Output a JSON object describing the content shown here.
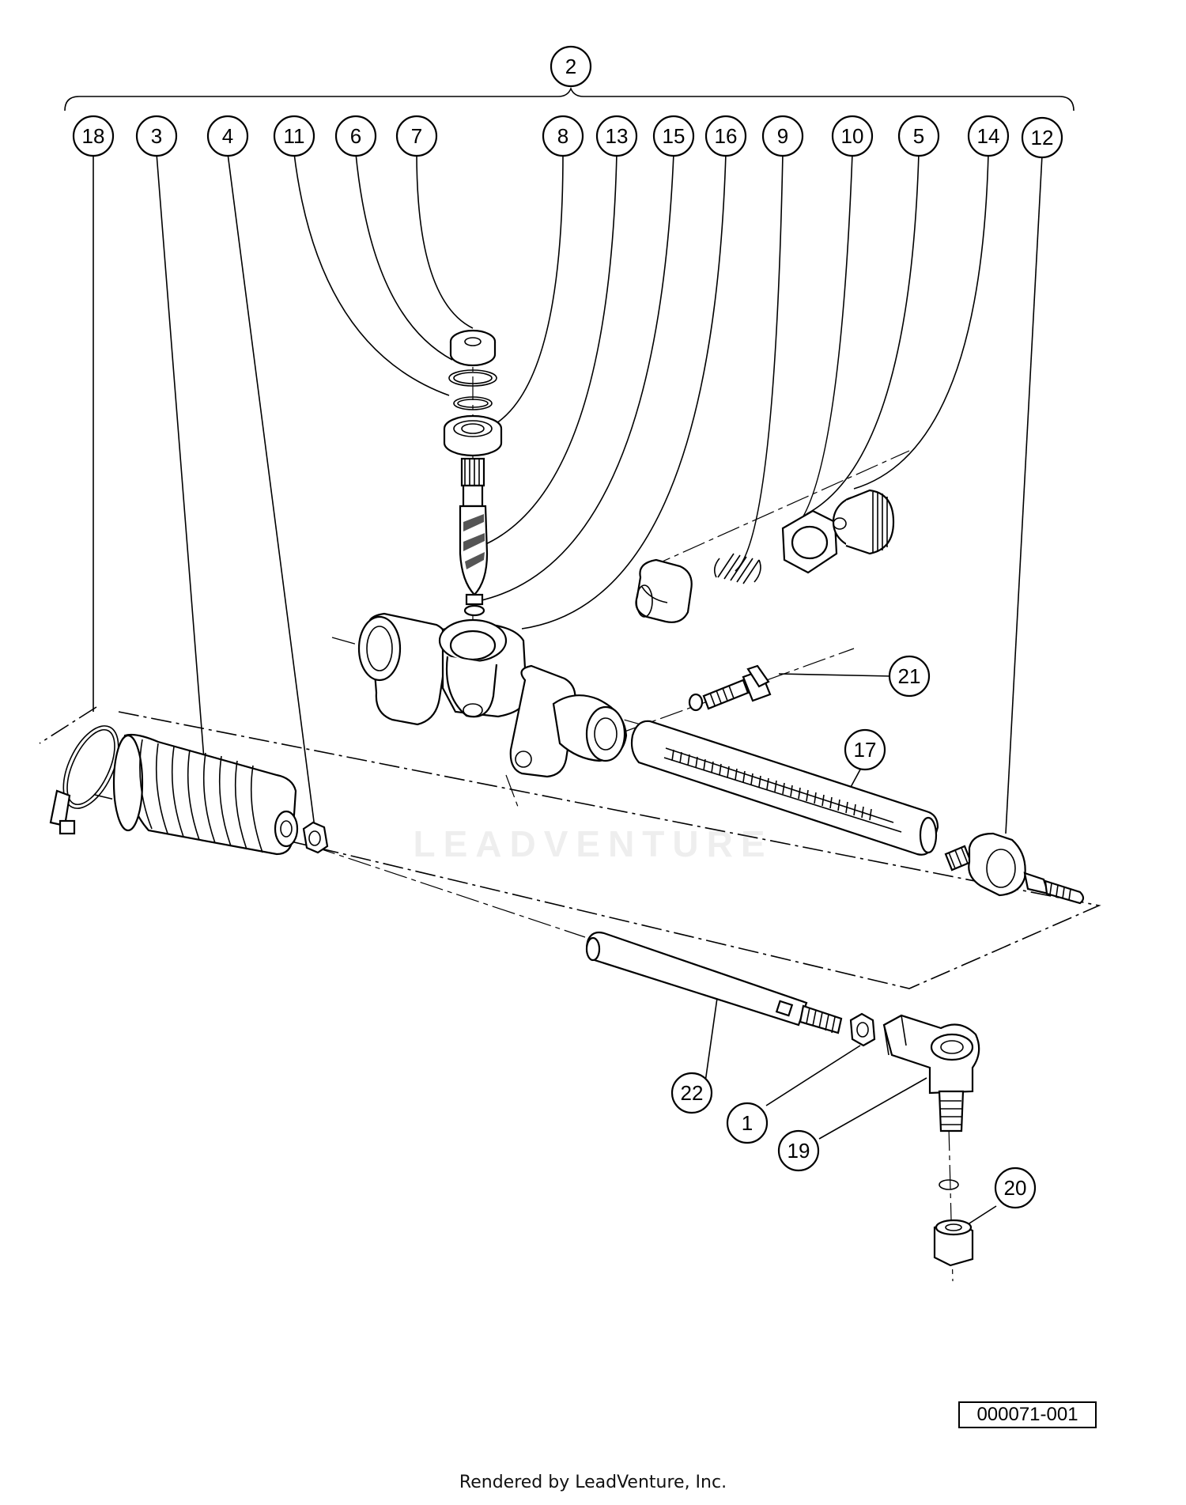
{
  "diagram": {
    "callouts": {
      "c1": "1",
      "c2": "2",
      "c3": "3",
      "c4": "4",
      "c5": "5",
      "c6": "6",
      "c7": "7",
      "c8": "8",
      "c9": "9",
      "c10": "10",
      "c11": "11",
      "c12": "12",
      "c13": "13",
      "c14": "14",
      "c15": "15",
      "c16": "16",
      "c17": "17",
      "c18": "18",
      "c19": "19",
      "c20": "20",
      "c21": "21",
      "c22": "22"
    },
    "watermark": "LEADVENTURE",
    "drawing_number": "000071-001",
    "credit": "Rendered by LeadVenture, Inc."
  }
}
